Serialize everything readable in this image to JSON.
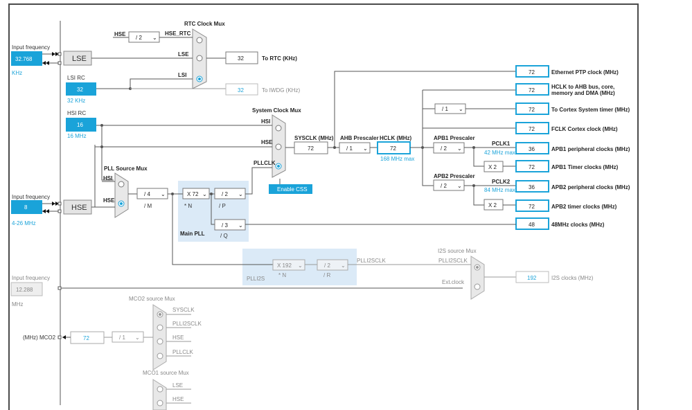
{
  "inputs": {
    "lse_input_label": "Input frequency",
    "lse_value": "32.768",
    "lse_unit": "KHz",
    "lse_name": "LSE",
    "lsi_name": "LSI RC",
    "lsi_value": "32",
    "lsi_unit": "32 KHz",
    "hsi_name": "HSI RC",
    "hsi_value": "16",
    "hsi_unit": "16 MHz",
    "hse_input_label": "Input frequency",
    "hse_value": "8",
    "hse_range": "4-26 MHz",
    "hse_name": "HSE",
    "ext_input_label": "Input frequency",
    "ext_value": "12.288",
    "ext_unit": "MHz"
  },
  "rtc": {
    "mux_title": "RTC Clock Mux",
    "hse_label": "HSE",
    "hse_div": "/ 2",
    "hse_rtc_label": "HSE_RTC",
    "lse_label": "LSE",
    "lsi_label": "LSI",
    "rtc_value": "32",
    "rtc_out_label": "To RTC (KHz)",
    "iwdg_value": "32",
    "iwdg_out_label": "To IWDG (KHz)"
  },
  "sysmux": {
    "title": "System Clock Mux",
    "hsi": "HSI",
    "hse": "HSE",
    "pllclk": "PLLCLK",
    "enable_css": "Enable CSS",
    "sysclk_label": "SYSCLK (MHz)",
    "sysclk_value": "72"
  },
  "ahb": {
    "prescaler_label": "AHB Prescaler",
    "prescaler_value": "/ 1",
    "hclk_label": "HCLK (MHz)",
    "hclk_value": "72",
    "hclk_max": "168 MHz max"
  },
  "pll": {
    "source_mux_title": "PLL Source Mux",
    "hsi": "HSI",
    "hse": "HSE",
    "m_value": "/ 4",
    "m_label": "/ M",
    "n_value": "X 72",
    "n_label": "* N",
    "p_value": "/ 2",
    "p_label": "/ P",
    "q_value": "/ 3",
    "q_label": "/ Q",
    "main_pll_label": "Main PLL"
  },
  "plli2s": {
    "n_value": "X 192",
    "n_label": "* N",
    "r_value": "/ 2",
    "r_label": "/ R",
    "block_label": "PLLI2S",
    "out_label": "PLLI2SCLK",
    "mux_title": "I2S source Mux",
    "mux_in_pll": "PLLI2SCLK",
    "mux_in_ext": "Ext.clock",
    "i2s_value": "192",
    "i2s_out_label": "I2S clocks (MHz)"
  },
  "apb1": {
    "prescaler_label": "APB1 Prescaler",
    "prescaler_value": "/ 2",
    "pclk_label": "PCLK1",
    "pclk_max": "42 MHz max",
    "timer_mult": "X 2"
  },
  "apb2": {
    "prescaler_label": "APB2 Prescaler",
    "prescaler_value": "/ 2",
    "pclk_label": "PCLK2",
    "pclk_max": "84 MHz max",
    "timer_mult": "X 2"
  },
  "cortex_div": "/ 1",
  "outputs": [
    {
      "value": "72",
      "label": "Ethernet PTP clock (MHz)"
    },
    {
      "value": "72",
      "label": "HCLK to AHB bus, core,",
      "label2": "memory and DMA (MHz)"
    },
    {
      "value": "72",
      "label": "To Cortex System timer (MHz)"
    },
    {
      "value": "72",
      "label": "FCLK Cortex clock (MHz)"
    },
    {
      "value": "36",
      "label": "APB1 peripheral clocks (MHz)"
    },
    {
      "value": "72",
      "label": "APB1 Timer clocks (MHz)"
    },
    {
      "value": "36",
      "label": "APB2 peripheral clocks (MHz)"
    },
    {
      "value": "72",
      "label": "APB2 timer clocks (MHz)"
    },
    {
      "value": "48",
      "label": "48MHz clocks (MHz)"
    }
  ],
  "mco2": {
    "mux_title": "MCO2 source Mux",
    "sysclk": "SYSCLK",
    "plli2sclk": "PLLI2SCLK",
    "hse": "HSE",
    "pllclk": "PLLCLK",
    "div_value": "/ 1",
    "out_value": "72",
    "out_label": "(MHz) MCO2"
  },
  "mco1": {
    "mux_title": "MCO1 source Mux",
    "lse": "LSE",
    "hse": "HSE"
  },
  "colors": {
    "accent": "#1aa3d9",
    "pll_region": "#dbeaf7",
    "mux_fill": "#e8e8e8",
    "inactive": "#a8a8a8"
  }
}
